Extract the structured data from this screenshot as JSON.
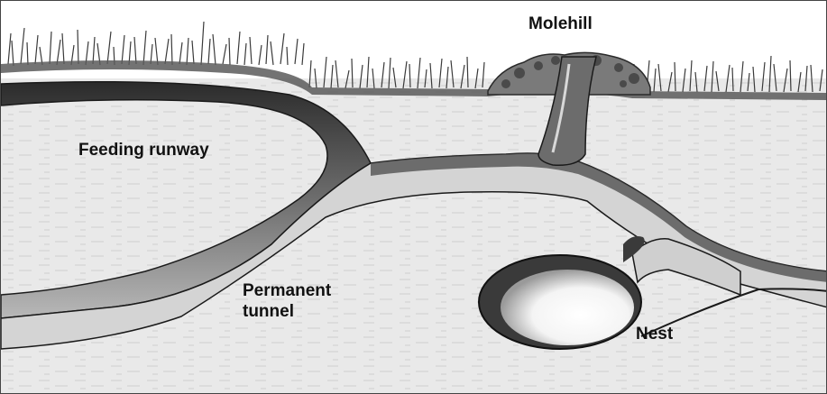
{
  "diagram": {
    "labels": {
      "molehill": "Molehill",
      "feeding_runway": "Feeding runway",
      "permanent_tunnel_line1": "Permanent",
      "permanent_tunnel_line2": "tunnel",
      "nest": "Nest"
    }
  }
}
